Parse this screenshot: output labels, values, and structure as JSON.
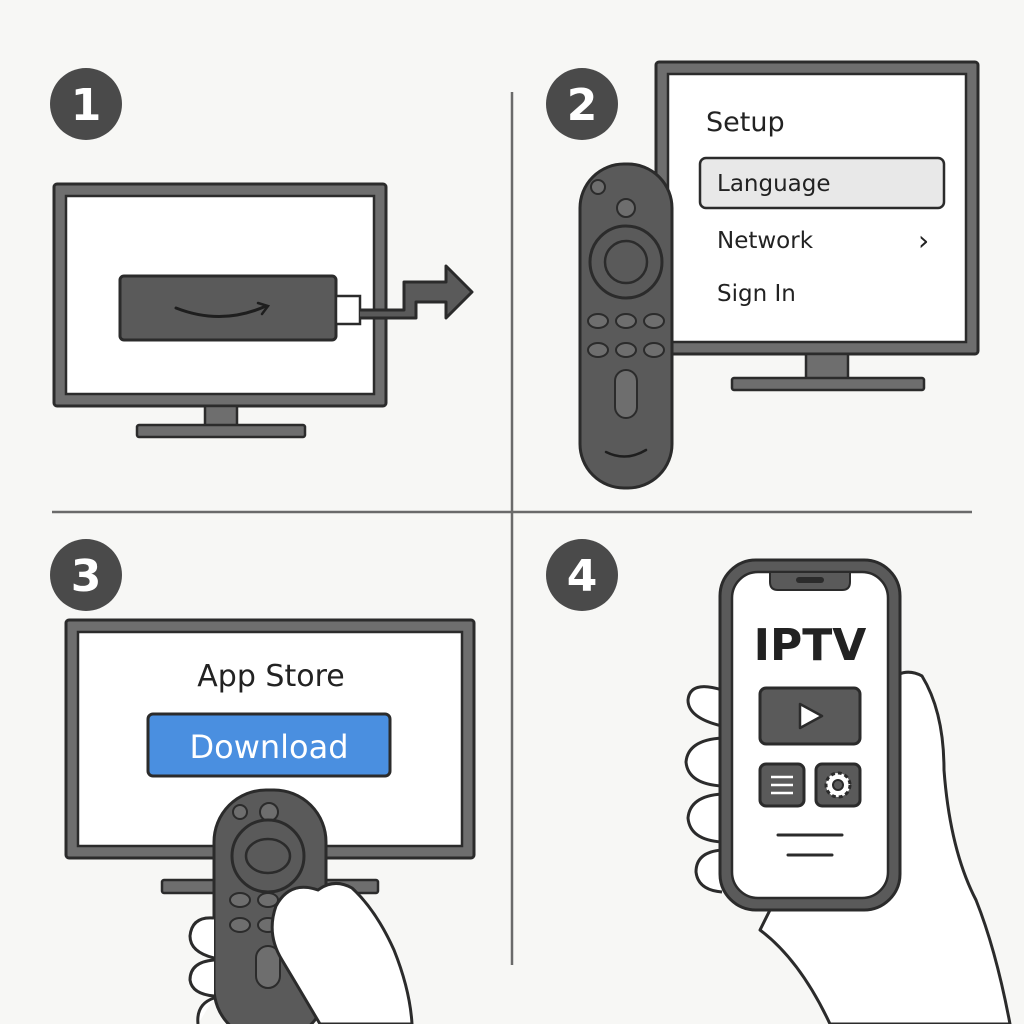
{
  "steps": [
    {
      "number": "1"
    },
    {
      "number": "2",
      "tv_menu": {
        "title": "Setup",
        "items": [
          "Language",
          "Network",
          "Sign In"
        ],
        "selected_item": "Language",
        "network_arrow": "›"
      }
    },
    {
      "number": "3",
      "tv_screen": {
        "title": "App Store",
        "button_label": "Download"
      }
    },
    {
      "number": "4",
      "phone": {
        "app_title": "IPTV"
      }
    }
  ],
  "colors": {
    "background": "#f7f7f5",
    "outline": "#2b2b2b",
    "dark_gray": "#5a5a5a",
    "badge": "#4a4a4a",
    "light_gray": "#e8e8e8",
    "download_blue": "#4a8fe0"
  },
  "icons": [
    "tv-icon",
    "fire-tv-stick-icon",
    "hdmi-arrow-icon",
    "remote-icon",
    "hand-icon",
    "smartphone-icon",
    "play-icon",
    "menu-icon",
    "gear-icon",
    "chevron-right-icon"
  ]
}
